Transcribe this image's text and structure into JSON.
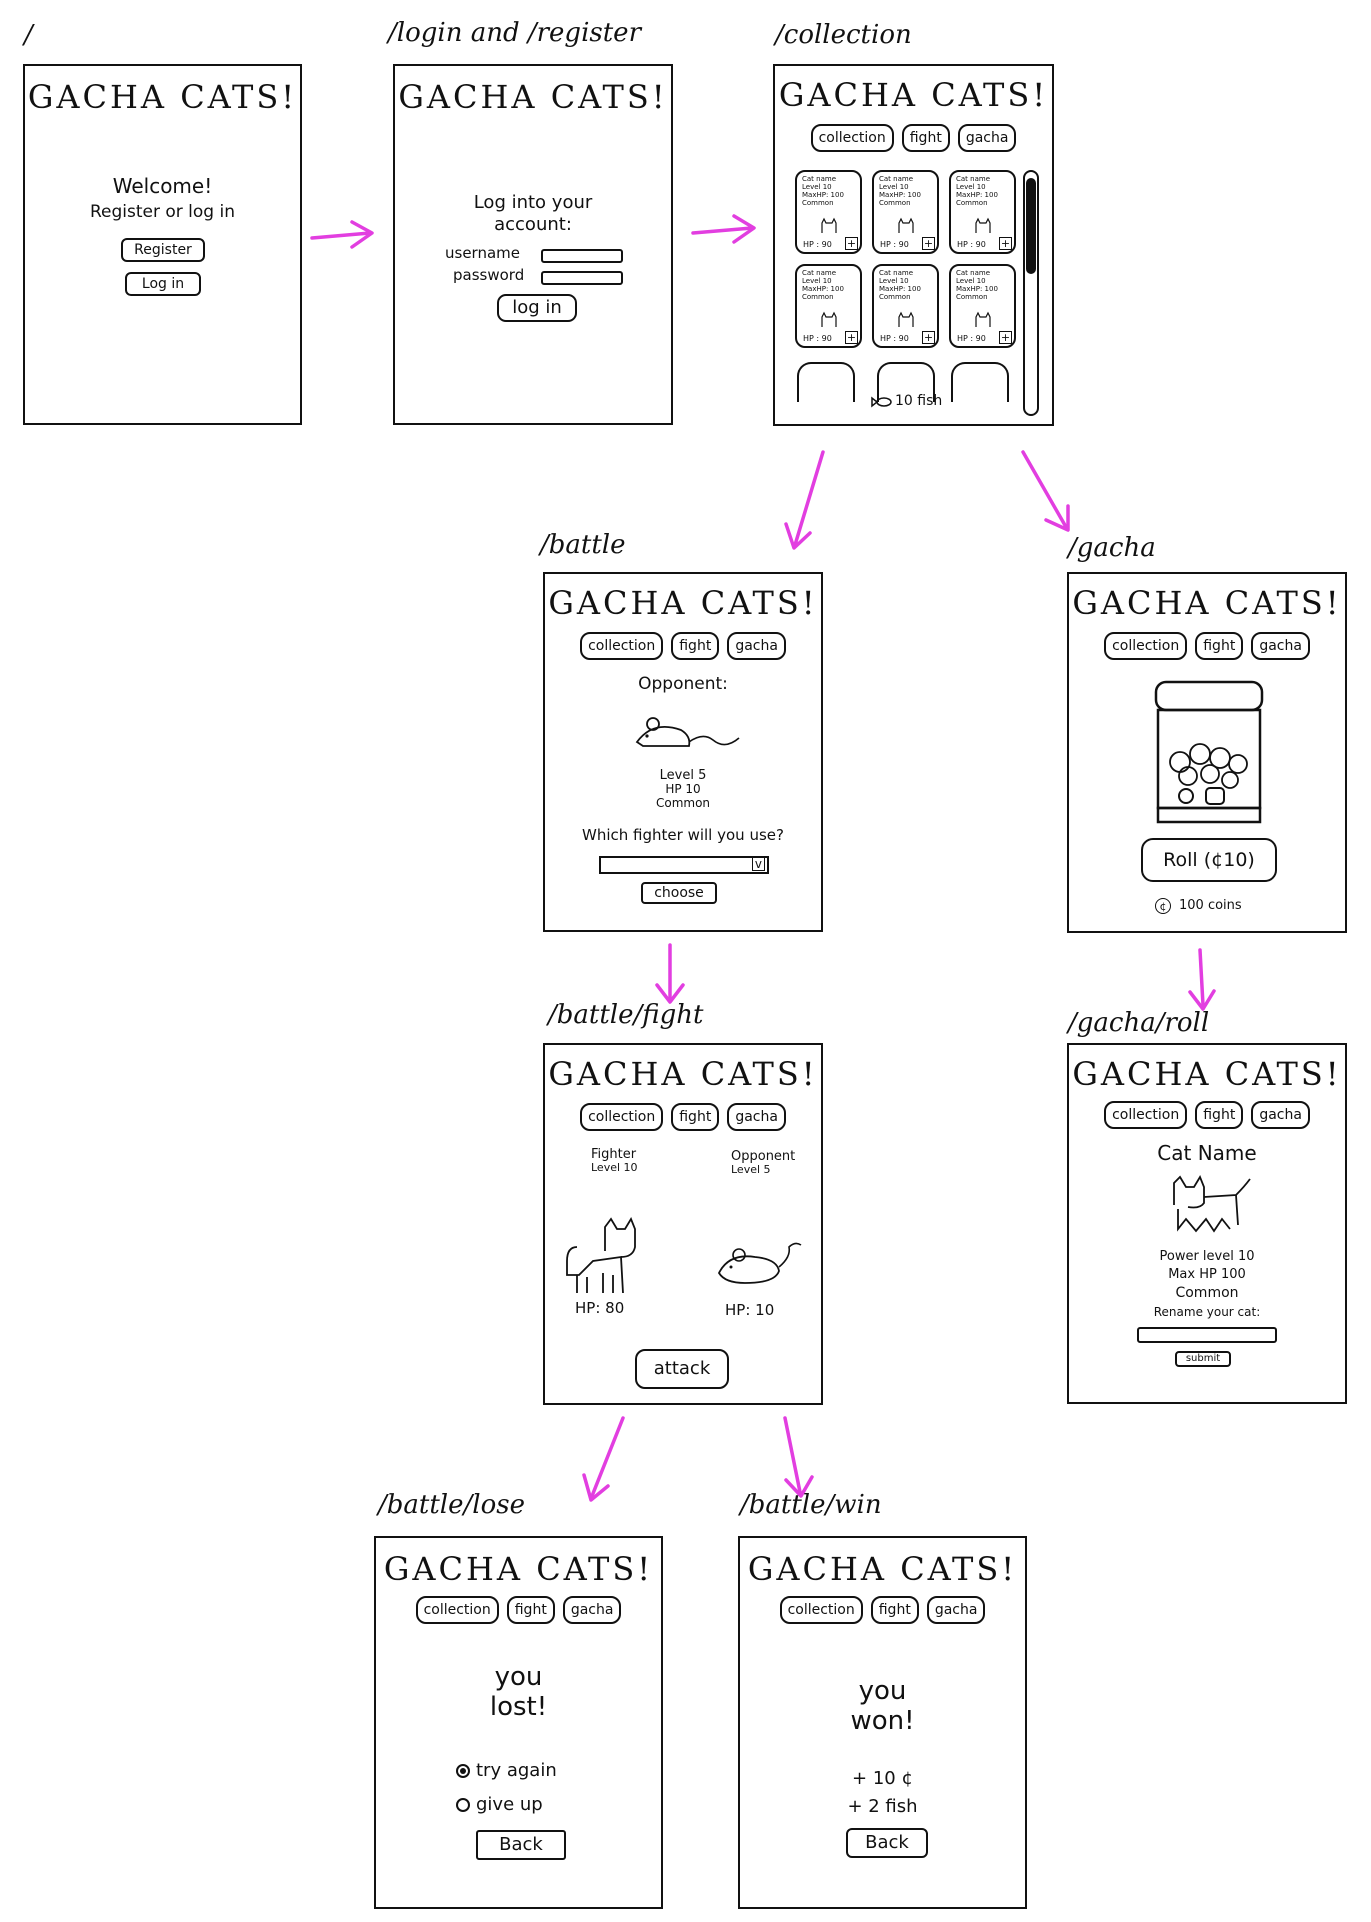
{
  "app_title": "GACHA CATS!",
  "nav": {
    "collection": "collection",
    "fight": "fight",
    "gacha": "gacha"
  },
  "routes": {
    "root": "/",
    "login": "/login and /register",
    "collection": "/collection",
    "battle": "/battle",
    "gacha": "/gacha",
    "battle_fight": "/battle/fight",
    "gacha_roll": "/gacha/roll",
    "battle_lose": "/battle/lose",
    "battle_win": "/battle/win"
  },
  "home": {
    "welcome": "Welcome!",
    "prompt": "Register or log in",
    "register_button": "Register",
    "login_button": "Log in"
  },
  "login": {
    "heading_line1": "Log into your",
    "heading_line2": "account:",
    "username_label": "username",
    "password_label": "password",
    "login_button": "log in"
  },
  "collection": {
    "card": {
      "name": "Cat name",
      "level": "Level 10",
      "maxhp": "MaxHP: 100",
      "rarity": "Common",
      "hp": "HP : 90",
      "add": "+"
    },
    "fish": "10 fish"
  },
  "battle": {
    "opponent_label": "Opponent:",
    "opp_level": "Level 5",
    "opp_hp": "HP 10",
    "opp_rarity": "Common",
    "question": "Which fighter will you use?",
    "dropdown_arrow": "v",
    "choose_button": "choose"
  },
  "gacha": {
    "roll_button": "Roll (¢10)",
    "coins": "100 coins",
    "coin_symbol": "¢"
  },
  "fight": {
    "fighter_name": "Fighter",
    "fighter_level": "Level 10",
    "opponent_name": "Opponent",
    "opponent_level": "Level 5",
    "fighter_hp": "HP: 80",
    "opponent_hp": "HP: 10",
    "attack_button": "attack"
  },
  "roll": {
    "cat_name": "Cat Name",
    "power": "Power level 10",
    "maxhp": "Max HP 100",
    "rarity": "Common",
    "rename_label": "Rename your cat:",
    "submit_button": "submit"
  },
  "lose": {
    "line1": "you",
    "line2": "lost!",
    "option_try": "try again",
    "option_give": "give up",
    "back_button": "Back"
  },
  "win": {
    "line1": "you",
    "line2": "won!",
    "reward_coins": "+ 10 ¢",
    "reward_fish": "+ 2 fish",
    "back_button": "Back"
  },
  "colors": {
    "arrow": "#e23ee0",
    "ink": "#111111"
  }
}
